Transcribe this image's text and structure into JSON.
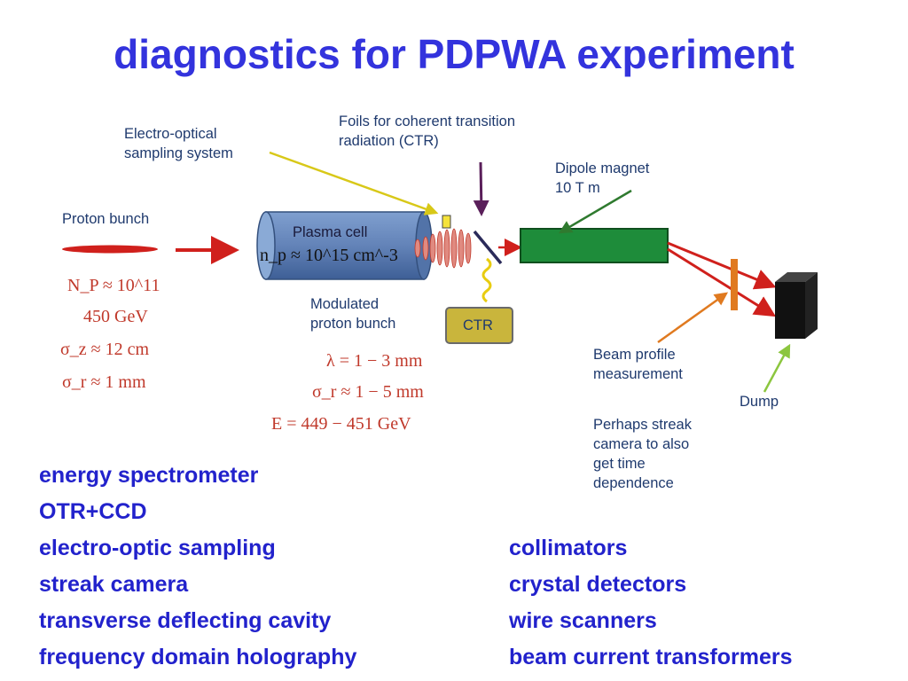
{
  "title": "diagnostics for PDPWA experiment",
  "diagram": {
    "labels": {
      "eos": "Electro-optical\nsampling system",
      "foils": "Foils for coherent transition\nradiation (CTR)",
      "dipole": "Dipole magnet\n10 T m",
      "proton_bunch": "Proton bunch",
      "plasma_cell": "Plasma cell",
      "modulated": "Modulated\nproton bunch",
      "ctr": "CTR",
      "beam_profile": "Beam profile\nmeasurement",
      "streak": "Perhaps streak\ncamera to also\nget time\ndependence",
      "dump": "Dump"
    },
    "proton_params": [
      "N_P ≈ 10^11",
      "450 GeV",
      "σ_z ≈ 12 cm",
      "σ_r ≈ 1 mm"
    ],
    "plasma_density": "n_p ≈ 10^15 cm^-3",
    "modulated_params": [
      "λ = 1 − 3 mm",
      "σ_r ≈ 1 − 5 mm",
      "E = 449 − 451 GeV"
    ],
    "colors": {
      "plasma_cell": "#6a89b8",
      "magnet": "#1e8c3a",
      "dump": "#111111",
      "ctr_box": "#c9b53c",
      "arrow_red": "#d0201c",
      "arrow_yellow": "#f0e030",
      "arrow_green": "#3c9a3c",
      "text_params": "#c0392b"
    }
  },
  "left_list": [
    "energy spectrometer",
    "OTR+CCD",
    "electro-optic sampling",
    "streak camera",
    "transverse deflecting cavity",
    "frequency domain holography"
  ],
  "right_list": [
    "collimators",
    "crystal detectors",
    "wire scanners",
    "beam current transformers"
  ]
}
